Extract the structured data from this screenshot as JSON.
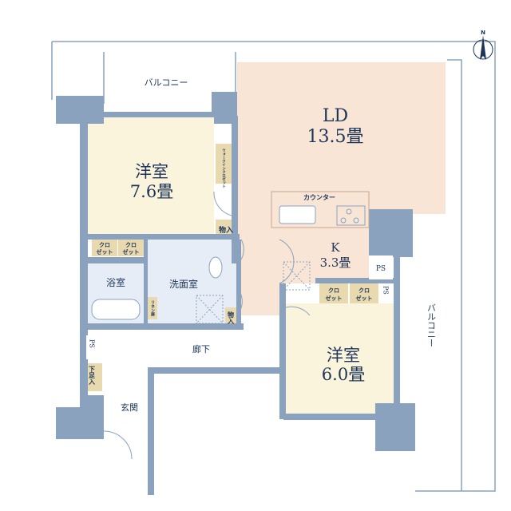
{
  "rooms": {
    "balcony_top": "バルコニー",
    "balcony_right": "バルコニー",
    "ld_name": "LD",
    "ld_size": "13.5畳",
    "bedroom1_name": "洋室",
    "bedroom1_size": "7.6畳",
    "kitchen_name": "K",
    "kitchen_size": "3.3畳",
    "bedroom2_name": "洋室",
    "bedroom2_size": "6.0畳",
    "bath": "浴室",
    "washroom": "洗面室",
    "corridor": "廊下",
    "entrance": "玄関"
  },
  "storage": {
    "walk_in_closet": "ウォークインクロゼット",
    "counter": "カウンター",
    "storage1": "物入",
    "storage2": "物入",
    "closet_a1": "クロ",
    "closet_a2": "ゼット",
    "closet_b1": "クロ",
    "closet_b2": "ゼット",
    "closet_c1": "クロ",
    "closet_c2": "ゼット",
    "closet_d1": "クロ",
    "closet_d2": "ゼット",
    "linen": "リネン庫",
    "ps1": "PS",
    "ps2": "PS",
    "ps3": "PS",
    "shoe_storage": "下足入"
  },
  "compass": {
    "label": "N"
  },
  "colors": {
    "wall": "#8aa2bd",
    "ld": "#f8e5d6",
    "bedroom": "#fbf4dd",
    "wet": "#e6edf6",
    "closet": "#e9d9ae",
    "text": "#1e3559"
  }
}
